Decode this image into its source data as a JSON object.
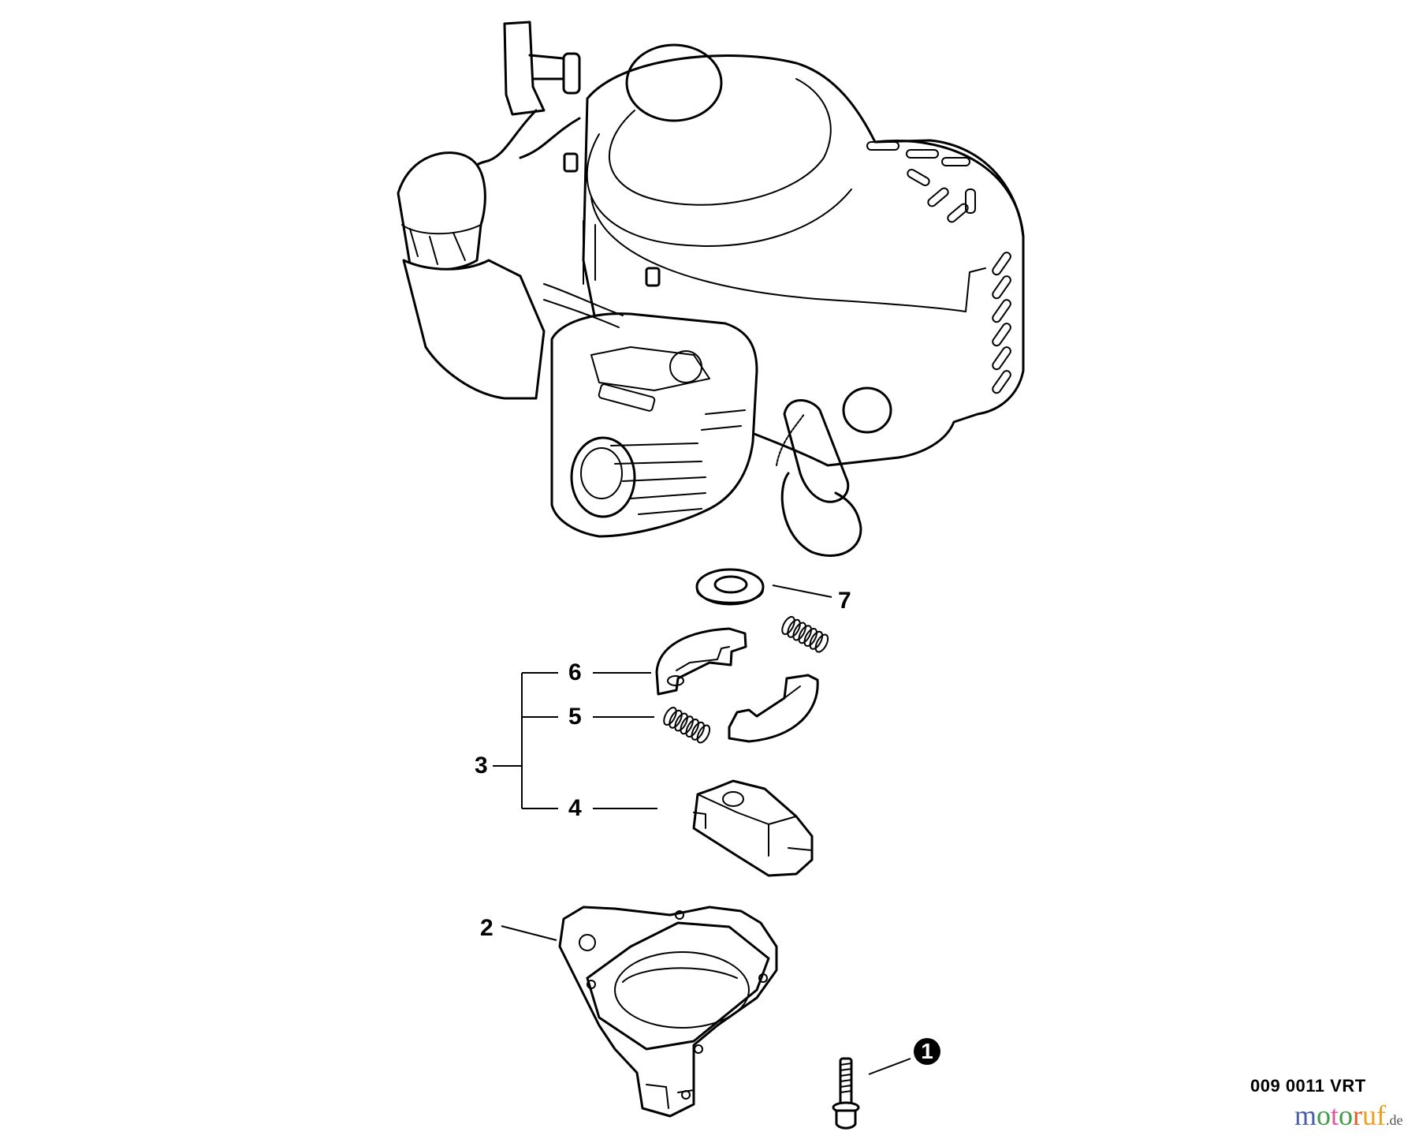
{
  "diagram": {
    "type": "exploded-parts-diagram",
    "subject": "engine clutch assembly",
    "drawing_code": "009 0011 VRT",
    "callouts": [
      {
        "id": "1",
        "label": "1",
        "style": "filled-circle",
        "part": "bolt"
      },
      {
        "id": "2",
        "label": "2",
        "part": "clutch housing / mount"
      },
      {
        "id": "3",
        "label": "3",
        "part": "clutch assembly (group of 4, 5, 6)"
      },
      {
        "id": "4",
        "label": "4",
        "part": "clutch hub / carrier"
      },
      {
        "id": "5",
        "label": "5",
        "part": "clutch spring"
      },
      {
        "id": "6",
        "label": "6",
        "part": "clutch shoe"
      },
      {
        "id": "7",
        "label": "7",
        "part": "washer"
      }
    ],
    "group_bracket": {
      "parent": "3",
      "children": [
        "6",
        "5",
        "4"
      ]
    }
  },
  "watermark": {
    "letters": [
      {
        "char": "m",
        "color": "#4a5fa8"
      },
      {
        "char": "o",
        "color": "#3e9e48"
      },
      {
        "char": "t",
        "color": "#e0559a"
      },
      {
        "char": "o",
        "color": "#3e9e48"
      },
      {
        "char": "r",
        "color": "#e0602a"
      },
      {
        "char": "u",
        "color": "#f0a020"
      },
      {
        "char": "f",
        "color": "#e8a020"
      }
    ],
    "text": "motoruf",
    "tld": ".de"
  }
}
